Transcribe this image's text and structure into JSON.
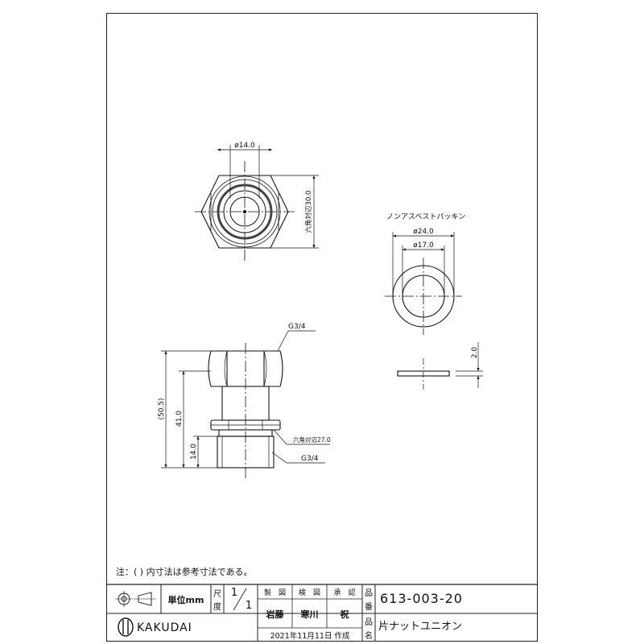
{
  "drawing": {
    "top_view": {
      "bore_dim": "ø14.0",
      "hex_dim": "六角対辺30.0"
    },
    "gasket": {
      "title": "ノンアスベストパッキン",
      "outer_dim": "ø24.0",
      "inner_dim": "ø17.0",
      "thickness_dim": "2.0"
    },
    "side_view": {
      "thread_top": "G3/4",
      "total_height": "(50.5)",
      "height_41": "41.0",
      "height_14": "14.0",
      "hex_dim": "六角対辺27.0",
      "thread_bottom": "G3/4"
    },
    "note": "注：(  ) 内寸法は参考寸法である。"
  },
  "title_block": {
    "unit_label": "単位mm",
    "scale_label_1": "尺",
    "scale_label_2": "度",
    "scale_value_1": "1",
    "scale_value_2": "1",
    "header_drawn": "製　図",
    "header_checked": "検　図",
    "header_approved": "承　認",
    "name_drawn": "岩藤",
    "name_checked": "寒川",
    "name_approved": "祝",
    "date": "2021年11月11日 作成",
    "brand": "KAKUDAI",
    "label_pin1": "品",
    "label_pin2": "番",
    "label_name1": "品",
    "label_name2": "名",
    "part_number": "613-003-20",
    "product_name": "片ナットユニオン"
  }
}
